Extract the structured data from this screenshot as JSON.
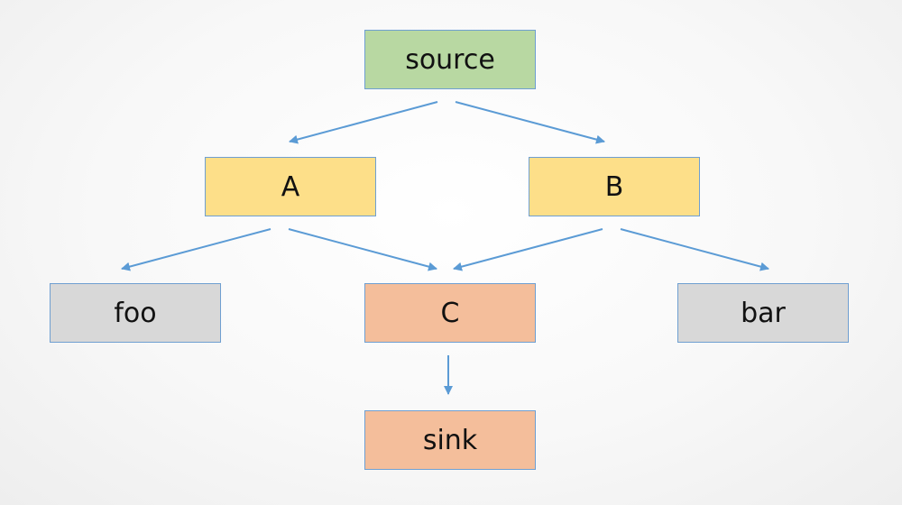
{
  "diagram": {
    "colors": {
      "edge": "#5b9bd5",
      "node_border": "#6f9fd1",
      "source_fill": "#b8d8a2",
      "middle_fill": "#fddf89",
      "merge_fill": "#f4be9b",
      "leaf_fill": "#d8d8d8"
    },
    "nodes": [
      {
        "id": "source",
        "label": "source"
      },
      {
        "id": "A",
        "label": "A"
      },
      {
        "id": "B",
        "label": "B"
      },
      {
        "id": "foo",
        "label": "foo"
      },
      {
        "id": "C",
        "label": "C"
      },
      {
        "id": "bar",
        "label": "bar"
      },
      {
        "id": "sink",
        "label": "sink"
      }
    ],
    "edges": [
      {
        "from": "source",
        "to": "A"
      },
      {
        "from": "source",
        "to": "B"
      },
      {
        "from": "A",
        "to": "foo"
      },
      {
        "from": "A",
        "to": "C"
      },
      {
        "from": "B",
        "to": "C"
      },
      {
        "from": "B",
        "to": "bar"
      },
      {
        "from": "C",
        "to": "sink"
      }
    ]
  }
}
